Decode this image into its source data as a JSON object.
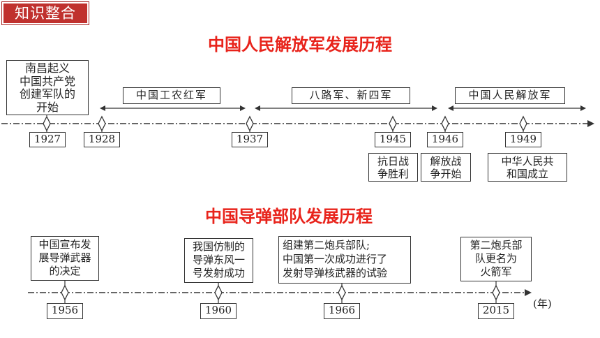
{
  "header": {
    "tag": "知识整合"
  },
  "pla": {
    "title": "中国人民解放军发展历程",
    "events_top": [
      "南昌起义",
      "中国共产党",
      "创建军队的",
      "开始"
    ],
    "periods": [
      "中国工农红军",
      "八路军、新四军",
      "中国人民解放军"
    ],
    "years": [
      "1927",
      "1928",
      "1937",
      "1945",
      "1946",
      "1949"
    ],
    "events_bottom": {
      "e1945": [
        "抗日战",
        "争胜利"
      ],
      "e1946": [
        "解放战",
        "争开始"
      ],
      "e1949": [
        "中华人民共",
        "和国成立"
      ]
    }
  },
  "missile": {
    "title": "中国导弹部队发展历程",
    "events": {
      "e1956": [
        "中国宣布发",
        "展导弹武器",
        "的决定"
      ],
      "e1960": [
        "我国仿制的",
        "导弹东风一",
        "号发射成功"
      ],
      "e1966": [
        "组建第二炮兵部队;",
        "中国第一次成功进行了",
        "发射导弹核武器的试验"
      ],
      "e2015": [
        "第二炮兵部",
        "队更名为",
        "火箭军"
      ]
    },
    "years": [
      "1956",
      "1960",
      "1966",
      "2015"
    ],
    "unit": "(年)"
  },
  "colors": {
    "title_red": "#e8231b",
    "tag_bg": "#c0312e",
    "line": "#333333"
  }
}
